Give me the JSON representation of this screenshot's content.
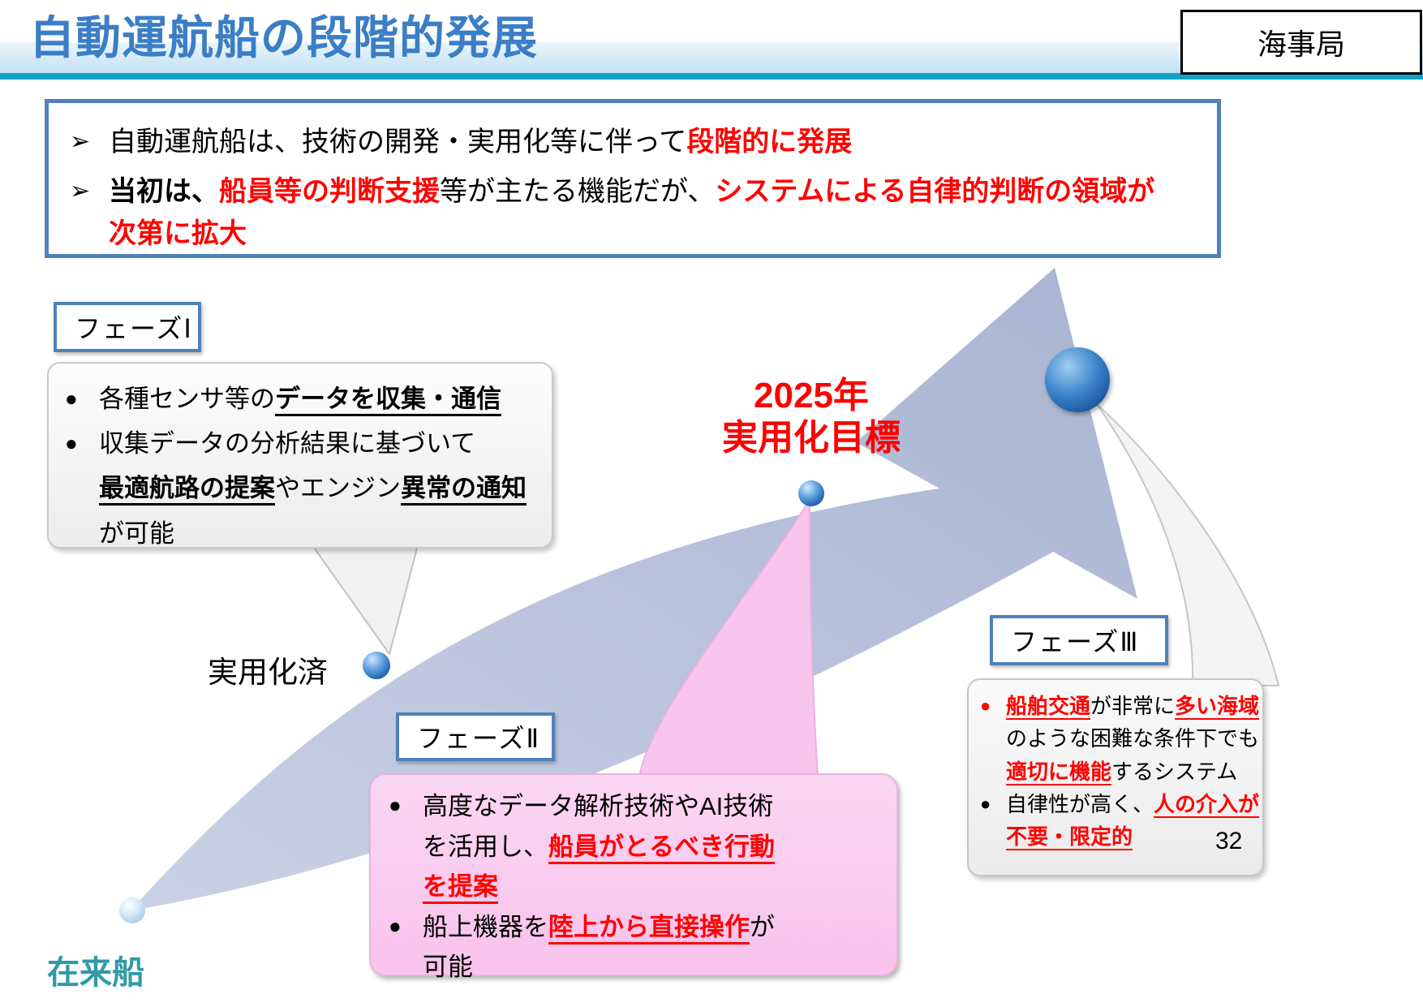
{
  "header": {
    "title": "自動運航船の段階的発展",
    "badge": "海事局"
  },
  "glyphs": {
    "arrow_bullet": "➢",
    "dot": "●"
  },
  "colors": {
    "accent_blue": "#4f81bd",
    "title_blue": "#3b7ec6",
    "red": "#ff0000",
    "teal_line": "#14a3c7",
    "arrow_body": "#b3bed9",
    "pink_bubble": "#f8c3ec",
    "origin_teal": "#2f9aa8"
  },
  "summary": {
    "b1": {
      "s1": "自動運航船は、技術の開発・実用化等に伴って",
      "s2": "段階的に発展"
    },
    "b2": {
      "s1": "当初は、",
      "s2": "船員等の判断支援",
      "s3": "等が主たる機能だが、",
      "s4": "システムによる自律的判断の領域が",
      "s5": "次第に拡大"
    }
  },
  "phases": {
    "p1": "フェーズⅠ",
    "p2": "フェーズⅡ",
    "p3": "フェーズⅢ"
  },
  "bubble1": {
    "i1": {
      "s1": "各種センサ等の",
      "s2": "データを収集・通信"
    },
    "i2": {
      "l1": "収集データの分析結果に基づいて",
      "s1": "最適航路の提案",
      "s2": "やエンジン",
      "s3": "異常の通知",
      "l3": "が可能"
    }
  },
  "bubble2": {
    "i1": {
      "l1": "高度なデータ解析技術やAI技術",
      "s1": "を活用し、",
      "s2": "船員がとるべき行動",
      "s3": "を提案"
    },
    "i2": {
      "s1": "船上機器を",
      "s2": "陸上から直接操作",
      "s3": "が",
      "l2": "可能"
    }
  },
  "bubble3": {
    "i1": {
      "s1": "船舶交通",
      "s2": "が非常に",
      "s3": "多い海域",
      "l2": "のような困難な条件下でも",
      "s4": "適切に機能",
      "s5": "するシステム"
    },
    "i2": {
      "s1": "自律性が高く、",
      "s2": "人の介入が",
      "s3": "不要・限定的"
    }
  },
  "milestones": {
    "target_line1": "2025年",
    "target_line2": "実用化目標",
    "deployed": "実用化済",
    "origin": "在来船"
  },
  "page_number": "32"
}
